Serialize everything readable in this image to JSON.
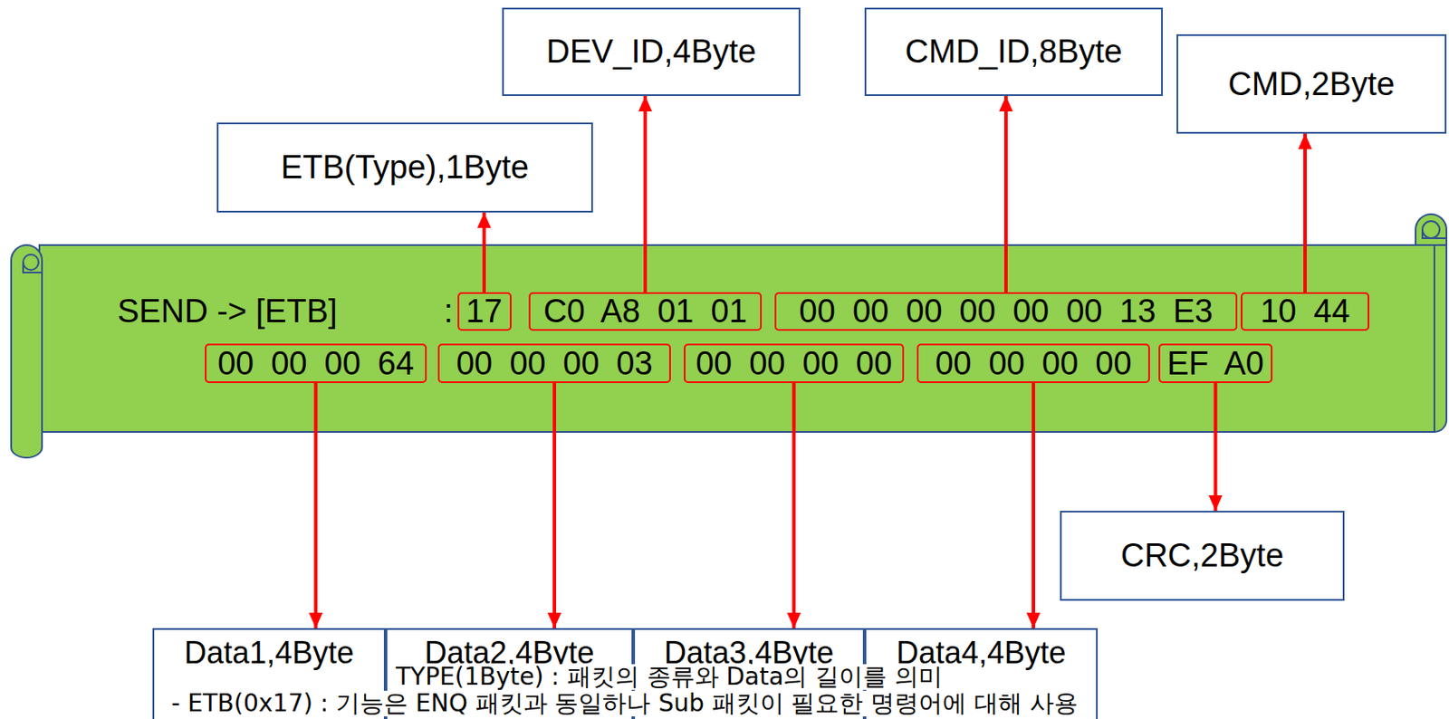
{
  "diagram": {
    "nodes": [
      {
        "text": [
          "DEV_ID,4Byte"
        ]
      },
      {
        "text": [
          "CMD_ID,8Byte"
        ]
      },
      {
        "text": [
          "CMD,2Byte"
        ]
      },
      {
        "text": [
          "ETB(Type),1Byte"
        ]
      },
      {
        "text": [
          "SEND -> [ETB]",
          ":"
        ]
      },
      {
        "text": [
          "17"
        ],
        "in": 4
      },
      {
        "text": [
          "C0 A8 01 01"
        ],
        "in": 4
      },
      {
        "text": [
          "00 00 00 00 00 00 13 E3"
        ],
        "in": 4
      },
      {
        "text": [
          "10 44"
        ],
        "in": 4
      },
      {
        "text": [
          "00 00 00 64"
        ],
        "in": 4
      },
      {
        "text": [
          "00 00 00 03"
        ],
        "in": 4
      },
      {
        "text": [
          "00 00 00 00"
        ],
        "in": 4
      },
      {
        "text": [
          "00 00 00 00"
        ],
        "in": 4
      },
      {
        "text": [
          "EF A0"
        ],
        "in": 4
      },
      {
        "text": [
          "CRC,2Byte"
        ]
      },
      {
        "text": [
          "Data1,4Byte"
        ]
      },
      {
        "text": [
          "Data2,4Byte"
        ]
      },
      {
        "text": [
          "Data3,4Byte"
        ]
      },
      {
        "text": [
          "Data4,4Byte"
        ]
      }
    ],
    "edges": [
      {
        "from": 5,
        "to": 3,
        "arrow": "to"
      },
      {
        "from": 6,
        "to": 0,
        "arrow": "to"
      },
      {
        "from": 7,
        "to": 1,
        "arrow": "to"
      },
      {
        "from": 8,
        "to": 2,
        "arrow": "to"
      },
      {
        "from": 9,
        "to": 15,
        "arrow": "to"
      },
      {
        "from": 10,
        "to": 16,
        "arrow": "to"
      },
      {
        "from": 11,
        "to": 17,
        "arrow": "to"
      },
      {
        "from": 12,
        "to": 18,
        "arrow": "to"
      },
      {
        "from": 13,
        "to": 14,
        "arrow": "to"
      }
    ],
    "labels": [
      "TYPE(1Byte) : 패킷의 종류와 Data의 길이를 의미",
      "- ETB(0x17) : 기능은 ENQ 패킷과 동일하나 Sub 패킷이 필요한 명령어에 대해 사용"
    ]
  }
}
